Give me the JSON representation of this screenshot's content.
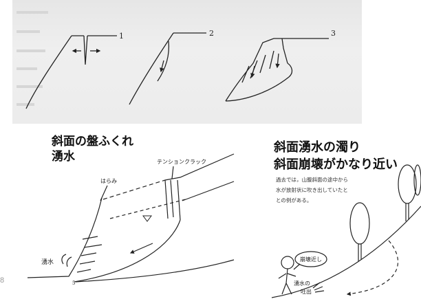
{
  "page_number": "8",
  "top_figure": {
    "stage_labels": [
      "1",
      "2",
      "3"
    ]
  },
  "left_panel": {
    "title_line1": "斜面の盤ふくれ",
    "title_line2": "湧水",
    "tension_crack_label": "テンションクラック",
    "bulge_label": "はらみ",
    "spring_label": "湧水",
    "toe_label": "5"
  },
  "right_panel": {
    "title_line1": "斜面湧水の濁り",
    "title_line2": "斜面崩壊がかなり近い",
    "note_lines": [
      "過去では，山腹斜面の途中から",
      "水が放射状に吹き出していたと",
      "との例がある。"
    ],
    "speech_bubble": "崩壊近し",
    "spring_label_line1": "湧水の",
    "spring_label_line2": "吐出"
  },
  "colors": {
    "ink": "#222222",
    "scan_background": "#ededed",
    "page_number": "#9a9a9a"
  }
}
